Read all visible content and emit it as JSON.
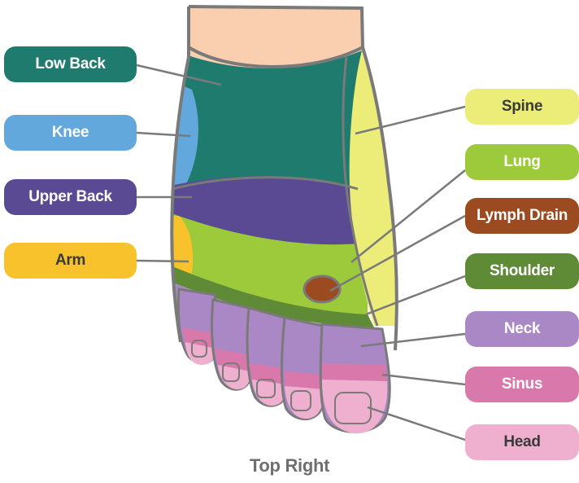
{
  "caption": "Top Right",
  "labels": {
    "low_back": {
      "text": "Low Back",
      "bg": "#1f7b6e",
      "fg": "#ffffff"
    },
    "knee": {
      "text": "Knee",
      "bg": "#62a8dc",
      "fg": "#ffffff"
    },
    "upper_back": {
      "text": "Upper Back",
      "bg": "#5a4a93",
      "fg": "#ffffff"
    },
    "arm": {
      "text": "Arm",
      "bg": "#f7c22b",
      "fg": "#3a3a3a"
    },
    "spine": {
      "text": "Spine",
      "bg": "#ecec78",
      "fg": "#3a3a3a"
    },
    "lung": {
      "text": "Lung",
      "bg": "#9cca3a",
      "fg": "#ffffff"
    },
    "lymph_drain": {
      "text": "Lymph Drain",
      "bg": "#9c4a1f",
      "fg": "#ffffff"
    },
    "shoulder": {
      "text": "Shoulder",
      "bg": "#5f8a36",
      "fg": "#ffffff"
    },
    "neck": {
      "text": "Neck",
      "bg": "#aa88c6",
      "fg": "#ffffff"
    },
    "sinus": {
      "text": "Sinus",
      "bg": "#d978aa",
      "fg": "#ffffff"
    },
    "head": {
      "text": "Head",
      "bg": "#eeb0ce",
      "fg": "#3a3a3a"
    }
  },
  "zone_colors": {
    "ankle": "#f9cfb0",
    "low_back": "#1f7b6e",
    "knee": "#62a8dc",
    "upper_back": "#5a4a93",
    "arm": "#f7c22b",
    "spine": "#ecec78",
    "lung": "#9cca3a",
    "lymph_drain": "#9c4a1f",
    "shoulder": "#5f8a36",
    "neck": "#aa88c6",
    "sinus": "#d978aa",
    "head": "#eeb0ce",
    "outline": "#7a7a7a",
    "leader": "#7a7a7a"
  }
}
